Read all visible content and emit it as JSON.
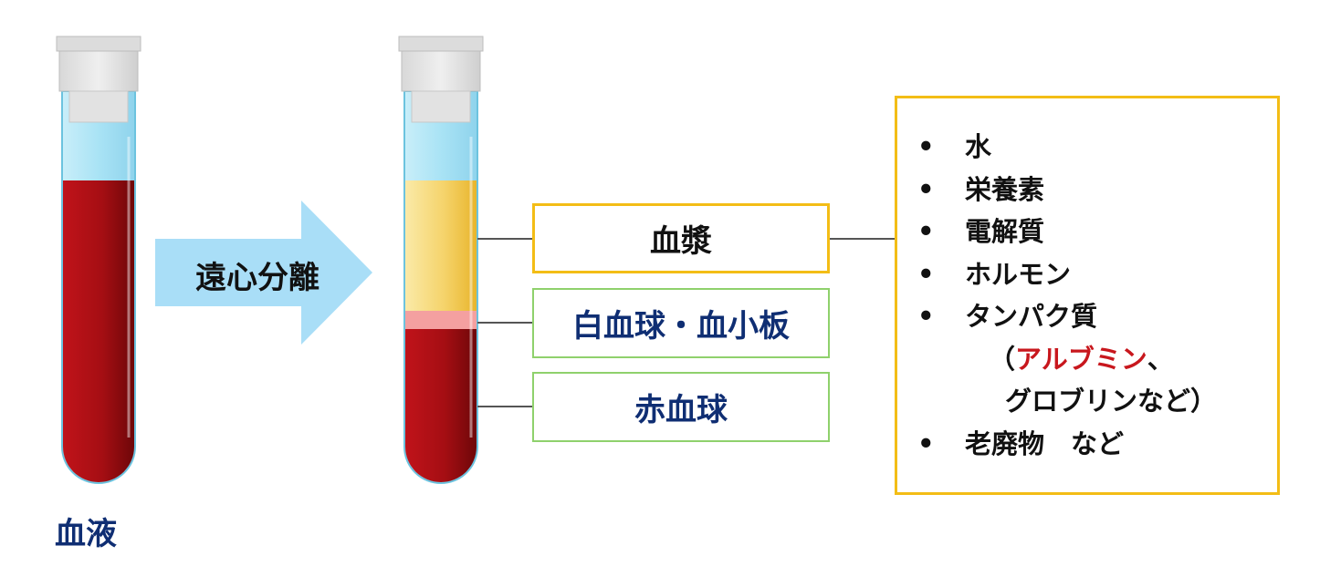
{
  "arrow": {
    "label": "遠心分離"
  },
  "tube_blood": {
    "label": "血液"
  },
  "layers": {
    "plasma": "血漿",
    "wbc_platelets": "白血球・血小板",
    "rbc": "赤血球"
  },
  "components": {
    "bullet": "•",
    "water": "水",
    "nutrients": "栄養素",
    "electrolytes": "電解質",
    "hormones": "ホルモン",
    "proteins": "タンパク質",
    "paren_open": "（",
    "albumin": "アルブミン",
    "comma": "、",
    "globulin_etc": "グロブリンなど）",
    "waste": "老廃物　など"
  },
  "colors": {
    "blood_red": "#a50e13",
    "plasma_yellow": "#f2c744",
    "buffy_coat_pink": "#f4a0a0",
    "arrow_blue": "#a9def7",
    "plasma_box_border": "#f3bd16",
    "layer_box_border": "#8fd16c",
    "navy_text": "#0f2e73",
    "albumin_red": "#c8171d"
  }
}
